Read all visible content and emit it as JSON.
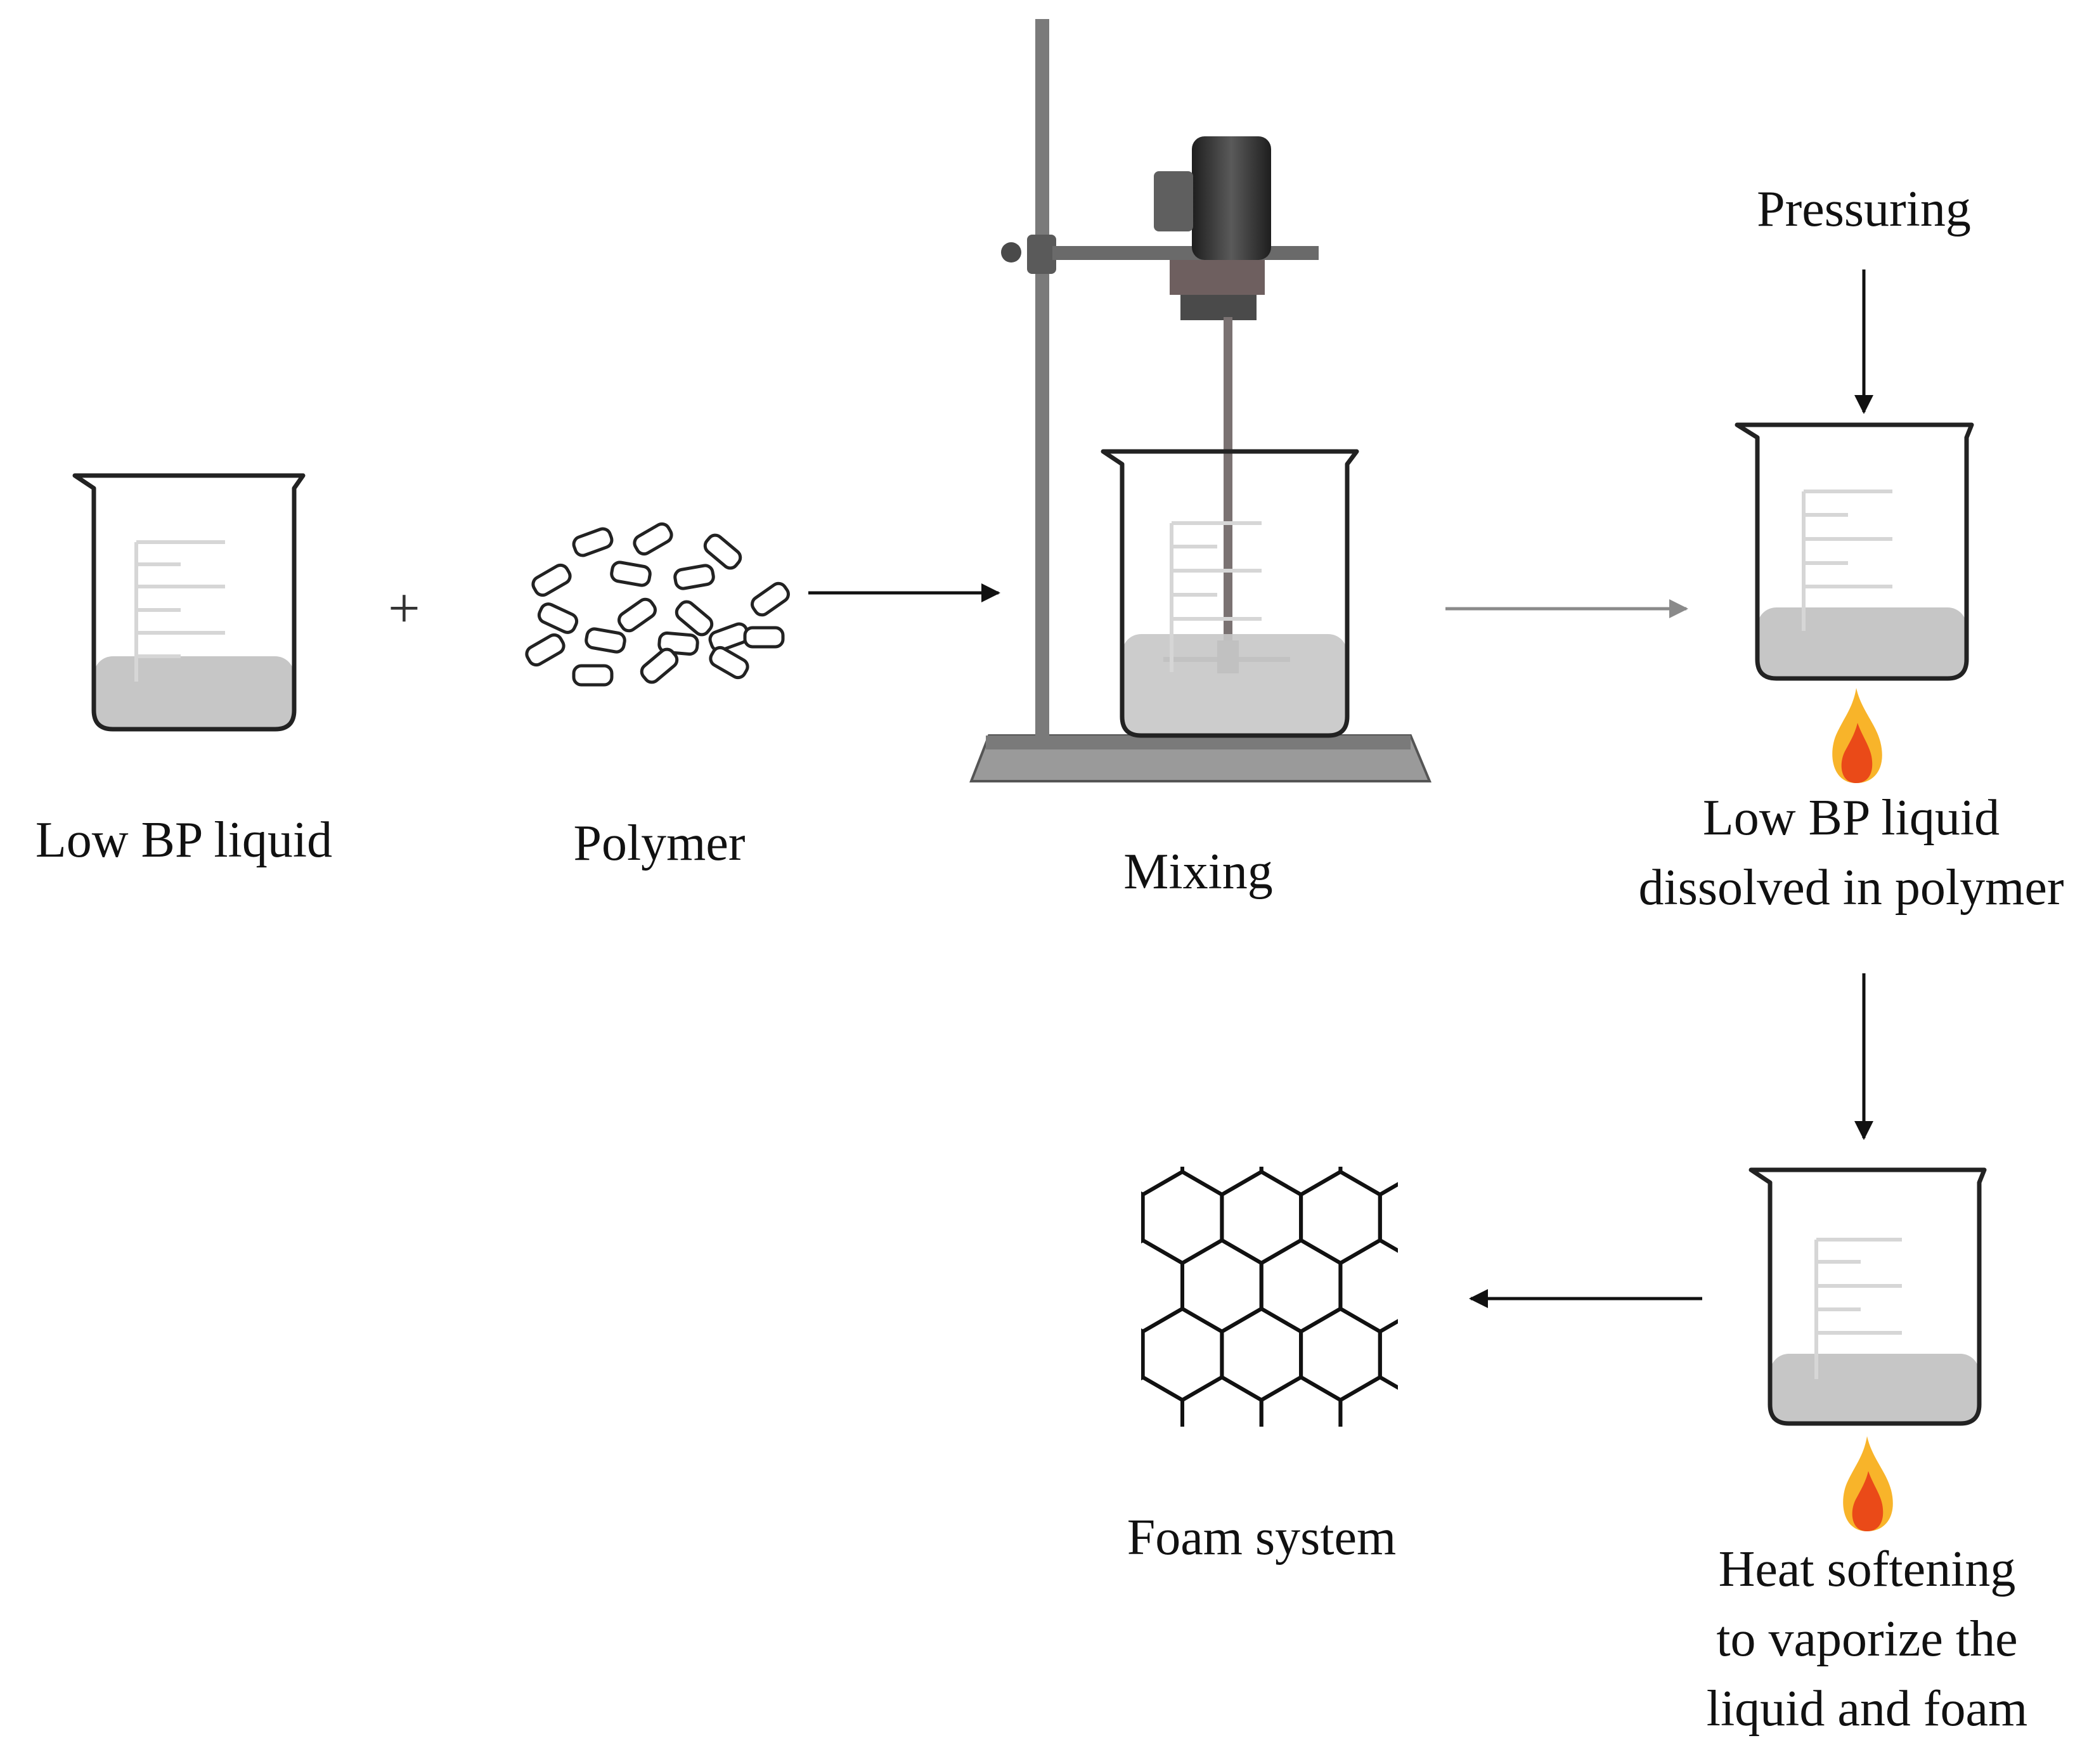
{
  "labels": {
    "low_bp_liquid": "Low BP liquid",
    "polymer": "Polymer",
    "mixing": "Mixing",
    "pressuring": "Pressuring",
    "dissolved": [
      "Low BP liquid",
      "dissolved in polymer"
    ],
    "foam_system": "Foam system",
    "heat_softening": [
      "Heat softening",
      "to vaporize the",
      "liquid and foam"
    ],
    "plus": "+"
  },
  "colors": {
    "liquid": "#c6c6c6",
    "outline": "#222222",
    "scale_lines": "#d6d6d6",
    "flame_outer": "#f7a21b",
    "flame_inner": "#e8461a",
    "stand": "#7a7a7a",
    "motor": "#3a3a3a"
  },
  "icons": [
    "beaker-icon",
    "polymer-pellets-icon",
    "stirrer-icon",
    "flame-icon",
    "hexagon-foam-icon"
  ]
}
